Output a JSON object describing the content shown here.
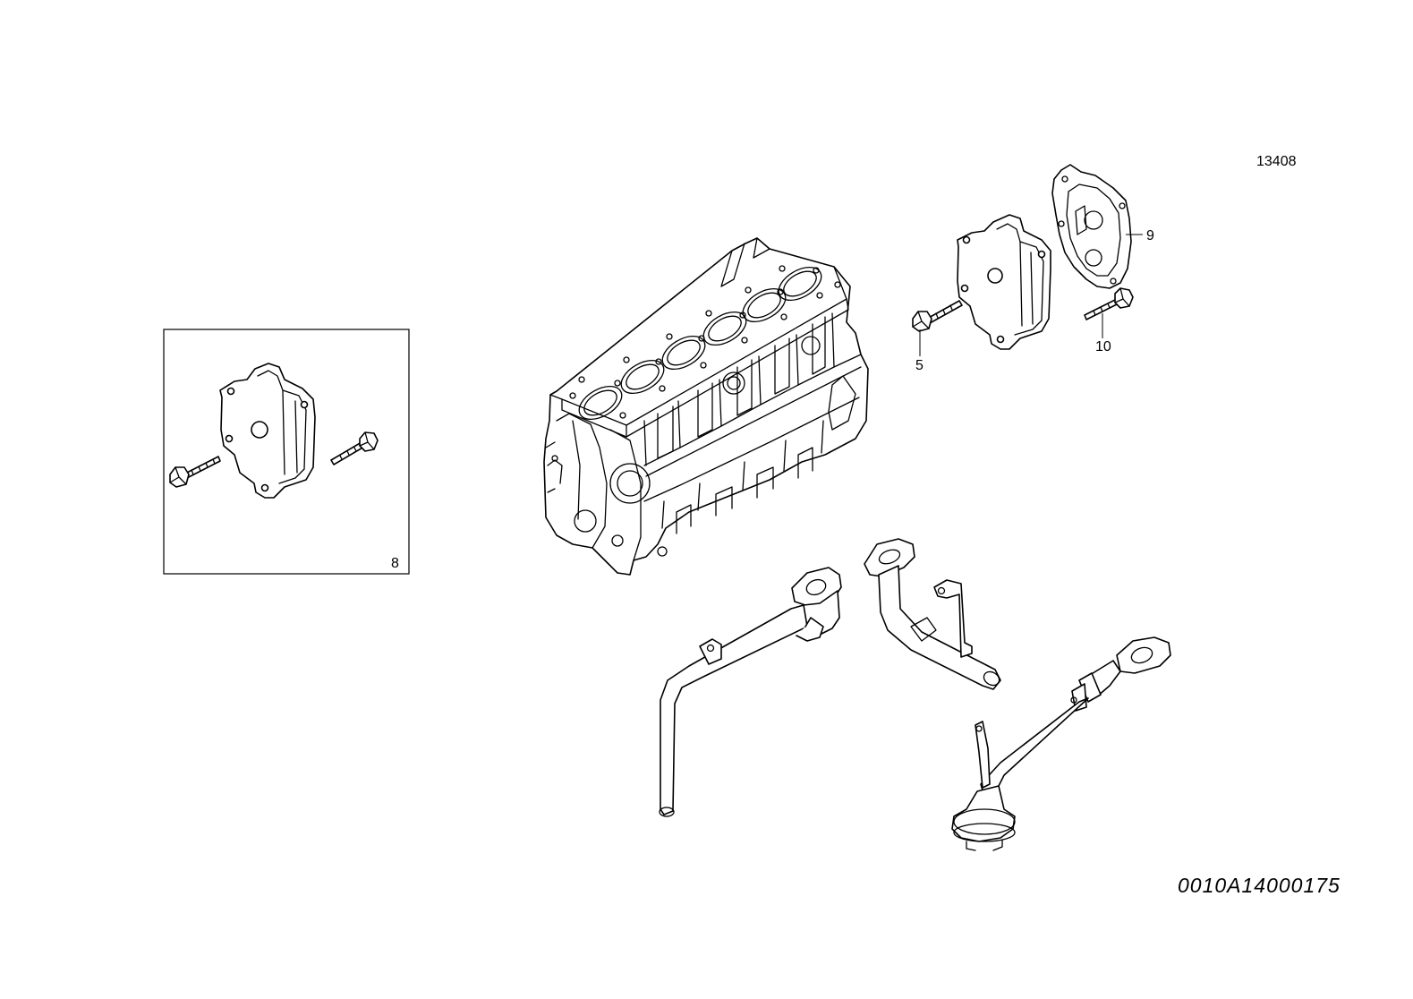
{
  "diagram": {
    "figure_number": "13408",
    "drawing_code": "0010A14000175",
    "callouts": {
      "c5": "5",
      "c8": "8",
      "c9": "9",
      "c10": "10"
    }
  }
}
